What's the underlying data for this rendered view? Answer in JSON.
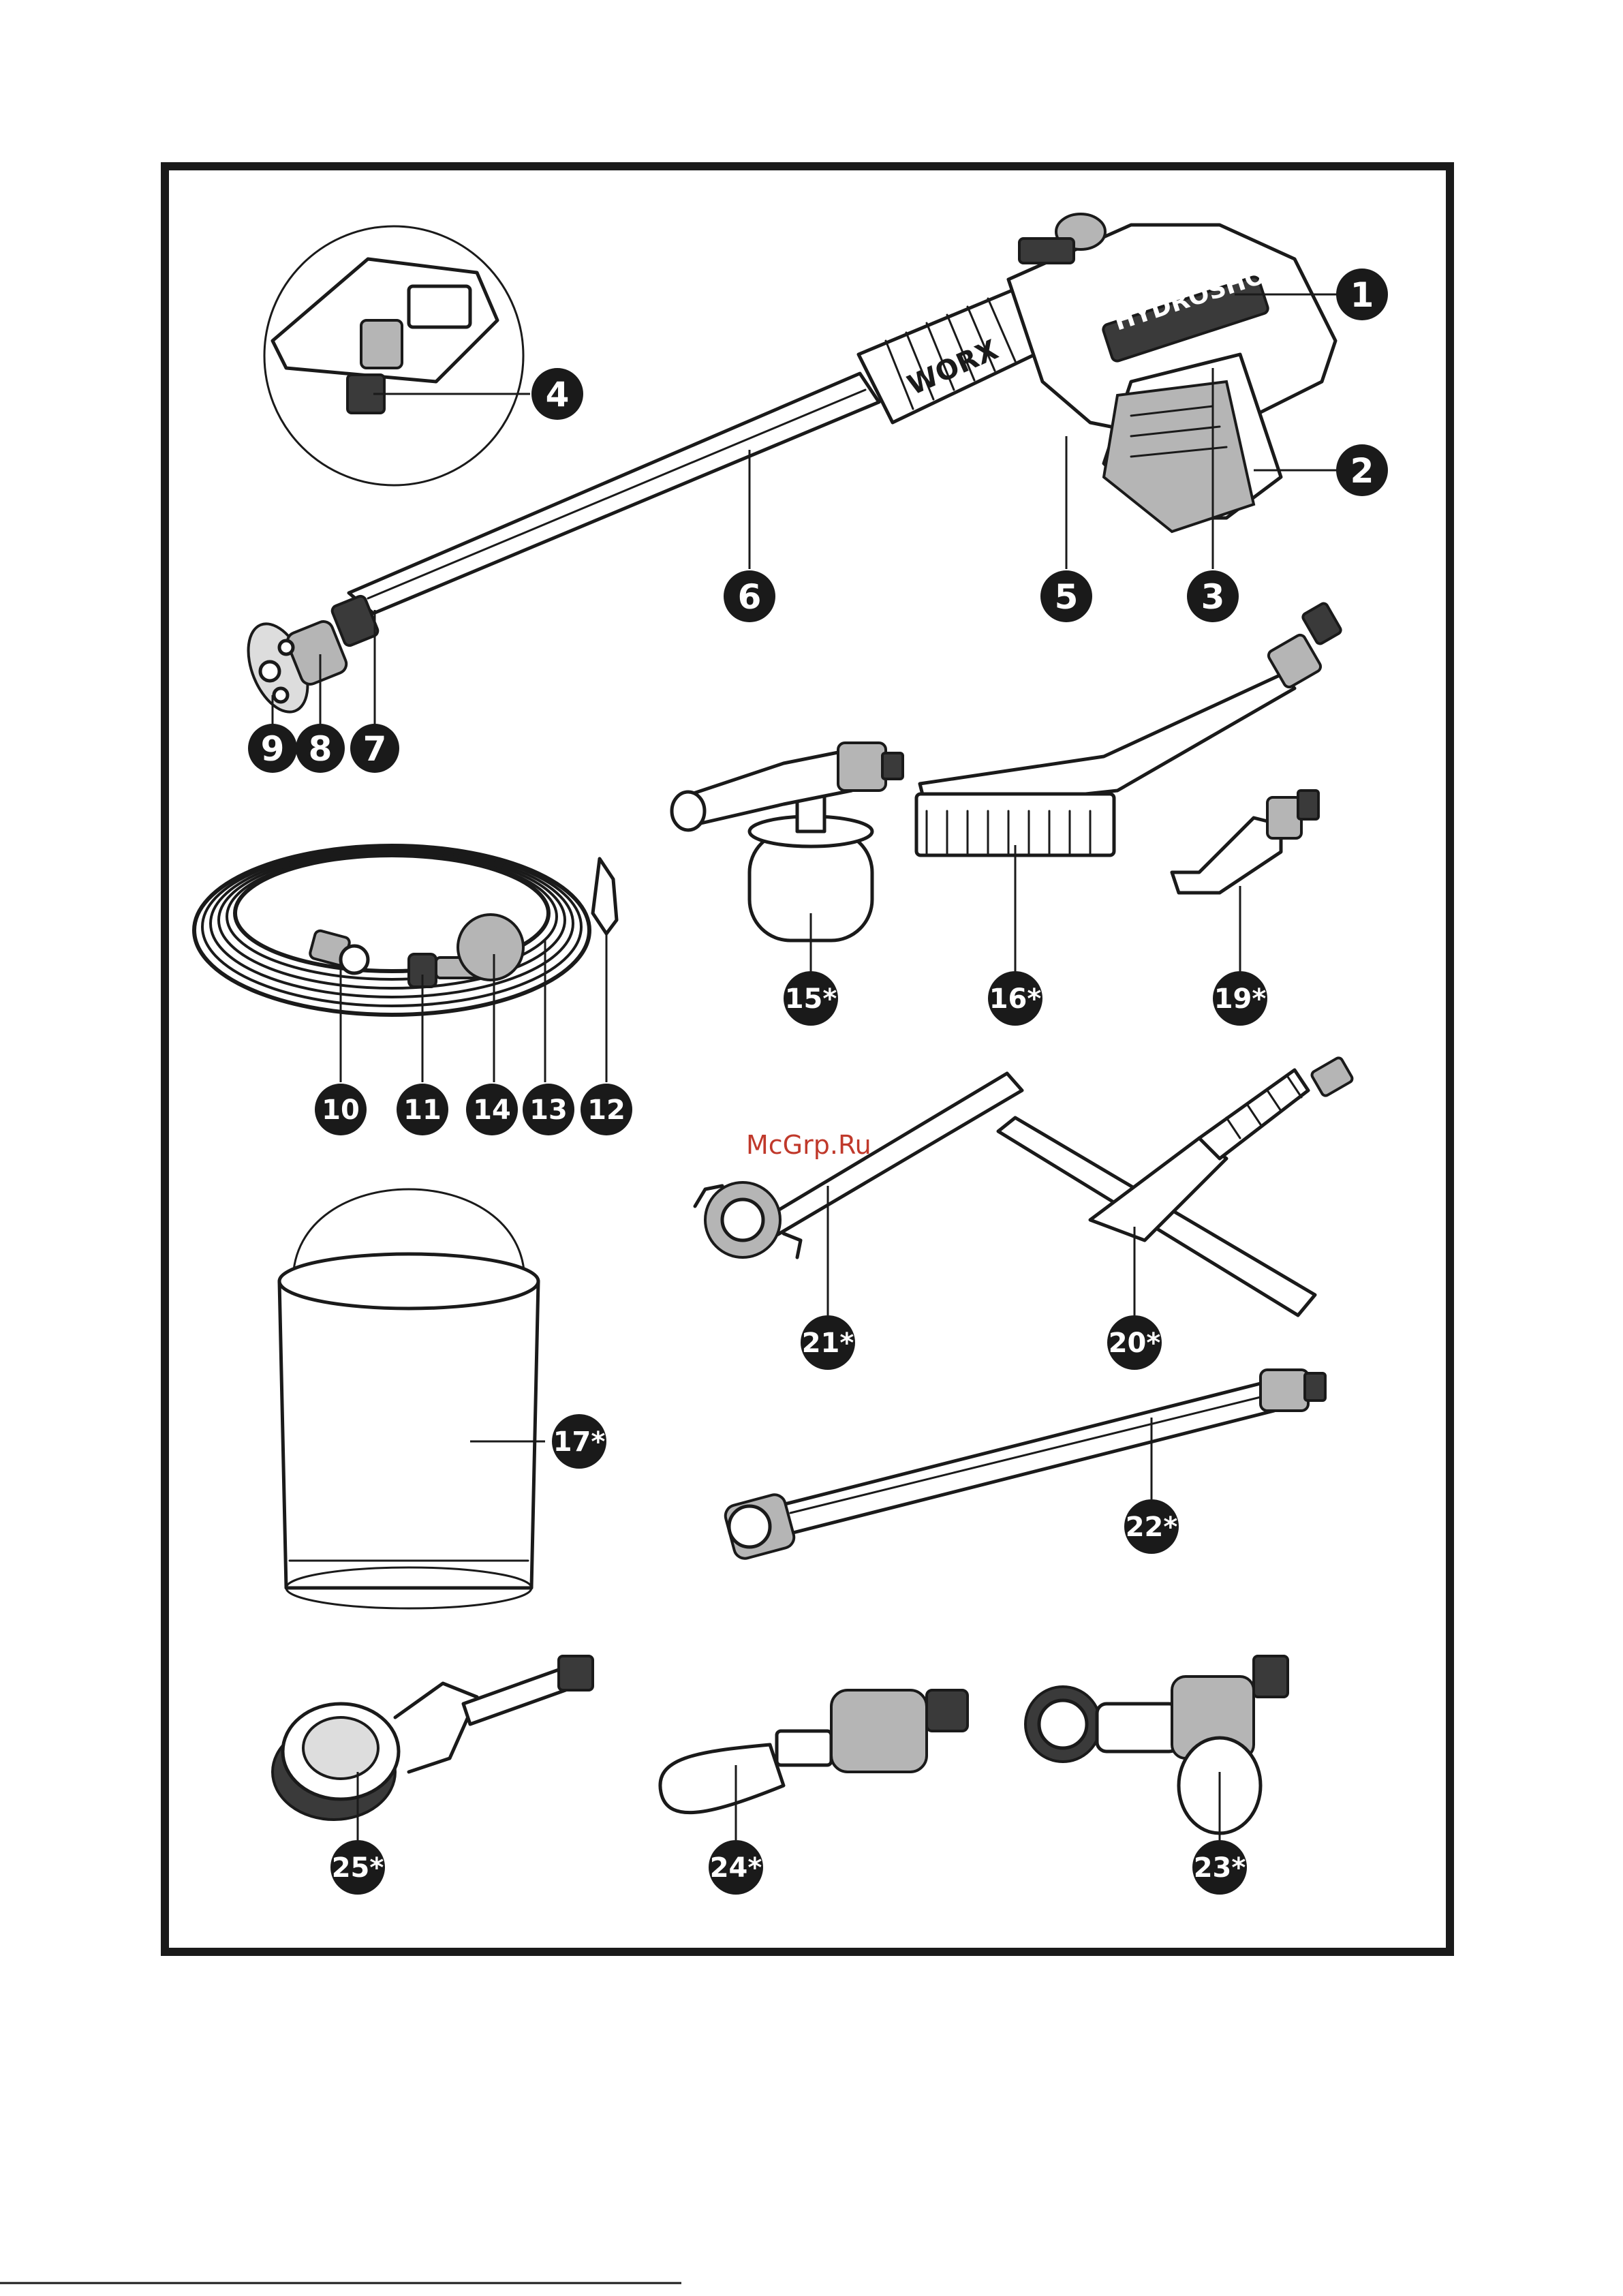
{
  "watermark": "McGrp.Ru",
  "brand_labels": {
    "tool_body": "HYDROSHOT",
    "barrel": "WORX"
  },
  "callouts": [
    {
      "id": "c1",
      "label": "1"
    },
    {
      "id": "c2",
      "label": "2"
    },
    {
      "id": "c3",
      "label": "3"
    },
    {
      "id": "c4",
      "label": "4"
    },
    {
      "id": "c5",
      "label": "5"
    },
    {
      "id": "c6",
      "label": "6"
    },
    {
      "id": "c7",
      "label": "7"
    },
    {
      "id": "c8",
      "label": "8"
    },
    {
      "id": "c9",
      "label": "9"
    },
    {
      "id": "c10",
      "label": "10"
    },
    {
      "id": "c11",
      "label": "11"
    },
    {
      "id": "c12",
      "label": "12"
    },
    {
      "id": "c13",
      "label": "13"
    },
    {
      "id": "c14",
      "label": "14"
    },
    {
      "id": "c15",
      "label": "15*"
    },
    {
      "id": "c16",
      "label": "16*"
    },
    {
      "id": "c17",
      "label": "17*"
    },
    {
      "id": "c19",
      "label": "19*"
    },
    {
      "id": "c20",
      "label": "20*"
    },
    {
      "id": "c21",
      "label": "21*"
    },
    {
      "id": "c22",
      "label": "22*"
    },
    {
      "id": "c23",
      "label": "23*"
    },
    {
      "id": "c24",
      "label": "24*"
    },
    {
      "id": "c25",
      "label": "25*"
    }
  ]
}
